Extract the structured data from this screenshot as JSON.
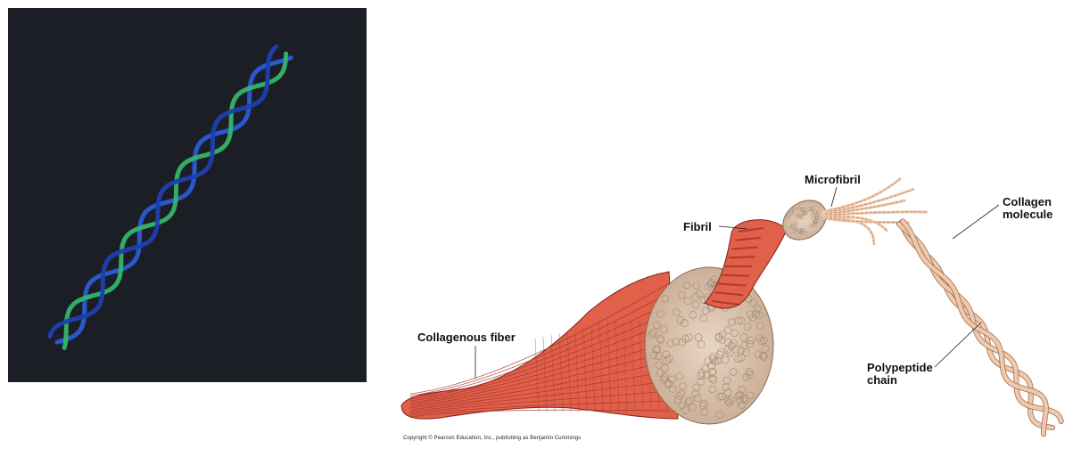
{
  "figure": {
    "labels": {
      "microfibril": "Microfibril",
      "fibril": "Fibril",
      "collagen_molecule": "Collagen\nmolecule",
      "collagenous_fiber": "Collagenous fiber",
      "polypeptide_chain": "Polypeptide\nchain"
    },
    "copyright": "Copyright © Pearson Education, Inc., publishing as Benjamin Cummings"
  },
  "colors": {
    "panel_background": "#1b1e24",
    "helix_blue": "#2a5bd6",
    "helix_green": "#35b56a",
    "fiber_red": "#e0604a",
    "fiber_stripe": "#a8322a",
    "bundle_beige": "#d9c4b0",
    "chain_tan": "#f0c8aa"
  }
}
